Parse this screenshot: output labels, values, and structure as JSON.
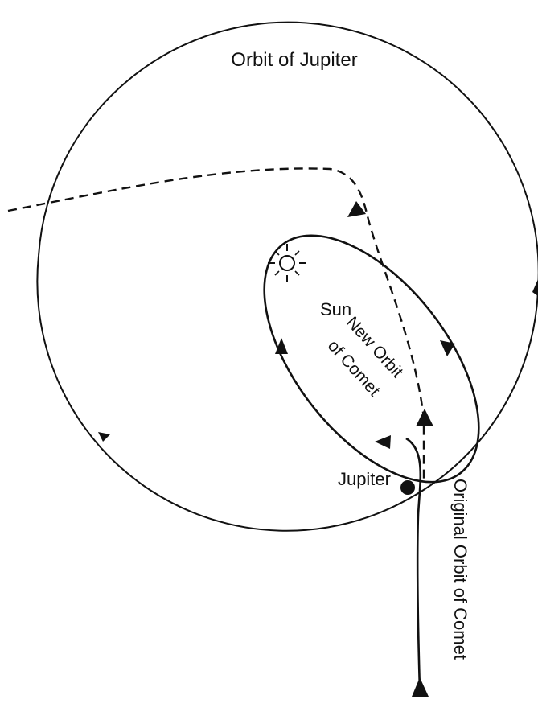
{
  "labels": {
    "orbit_of_jupiter": "Orbit of Jupiter",
    "sun": "Sun",
    "new_orbit_line1": "New Orbit",
    "new_orbit_line2": "of Comet",
    "jupiter": "Jupiter",
    "original_orbit": "Original Orbit of Comet"
  },
  "icons": {
    "sun": "sun-icon",
    "jupiter": "jupiter-planet-dot"
  },
  "colors": {
    "ink": "#111111",
    "background": "#ffffff"
  }
}
